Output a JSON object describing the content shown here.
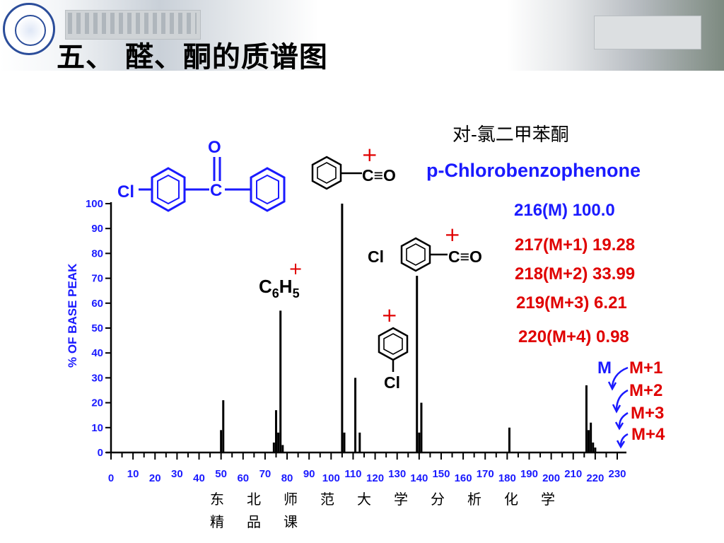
{
  "slide": {
    "title": "五、 醛、酮的质谱图",
    "compound_cn": "对-氯二甲苯酮",
    "compound_en": "p-Chlorobenzophenone",
    "footer_line1": [
      "东",
      "北",
      "师",
      "范",
      "大",
      "学",
      "分",
      "析",
      "化",
      "学"
    ],
    "footer_line2": [
      "精",
      "品",
      "课"
    ]
  },
  "isotopes": [
    {
      "text": "216(M)   100.0",
      "color": "#1a1aff"
    },
    {
      "text": "217(M+1) 19.28",
      "color": "#e00000"
    },
    {
      "text": "218(M+2)  33.99",
      "color": "#e00000"
    },
    {
      "text": "219(M+3)   6.21",
      "color": "#e00000"
    },
    {
      "text": "220(M+4)  0.98",
      "color": "#e00000"
    }
  ],
  "fragments": {
    "plus": "+",
    "benzoyl": "C≡O",
    "chlorobenzoyl_cl": "Cl",
    "chlorobenzoyl_co": "C≡O",
    "phenyl": "C6H5",
    "chlorophenyl_cl": "Cl",
    "parent_o": "O",
    "parent_c": "C",
    "parent_cl": "Cl"
  },
  "peak_labels": {
    "m": "M",
    "m1": "M+1",
    "m2": "M+2",
    "m3": "M+3",
    "m4": "M+4"
  },
  "colors": {
    "structure": "#1a1aff",
    "accent_red": "#e00000",
    "bars": "#000000"
  },
  "chart_data": {
    "type": "bar",
    "ylabel": "% OF  BASE PEAK",
    "xlim": [
      0,
      230
    ],
    "ylim": [
      0,
      100
    ],
    "x_ticks": [
      0,
      10,
      20,
      30,
      40,
      50,
      60,
      70,
      80,
      90,
      100,
      110,
      120,
      130,
      140,
      150,
      160,
      170,
      180,
      190,
      200,
      210,
      220,
      230
    ],
    "y_ticks": [
      0,
      10,
      20,
      30,
      40,
      50,
      60,
      70,
      80,
      90,
      100
    ],
    "peaks": [
      {
        "x": 50,
        "y": 9
      },
      {
        "x": 51,
        "y": 21
      },
      {
        "x": 74,
        "y": 4
      },
      {
        "x": 75,
        "y": 17
      },
      {
        "x": 76,
        "y": 8
      },
      {
        "x": 77,
        "y": 57
      },
      {
        "x": 78,
        "y": 3
      },
      {
        "x": 105,
        "y": 100
      },
      {
        "x": 106,
        "y": 8
      },
      {
        "x": 111,
        "y": 30
      },
      {
        "x": 113,
        "y": 8
      },
      {
        "x": 139,
        "y": 71
      },
      {
        "x": 140,
        "y": 8
      },
      {
        "x": 141,
        "y": 20
      },
      {
        "x": 181,
        "y": 10
      },
      {
        "x": 216,
        "y": 27
      },
      {
        "x": 217,
        "y": 9
      },
      {
        "x": 218,
        "y": 12
      },
      {
        "x": 219,
        "y": 4
      },
      {
        "x": 220,
        "y": 2
      }
    ]
  }
}
